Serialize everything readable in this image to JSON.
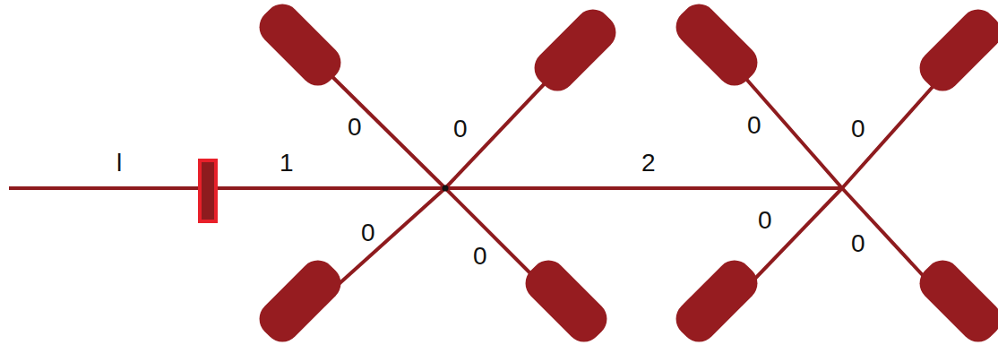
{
  "diagram": {
    "labels": [
      "l",
      "1",
      "2",
      "0",
      "0",
      "0",
      "0",
      "0",
      "0",
      "0",
      "0"
    ]
  }
}
